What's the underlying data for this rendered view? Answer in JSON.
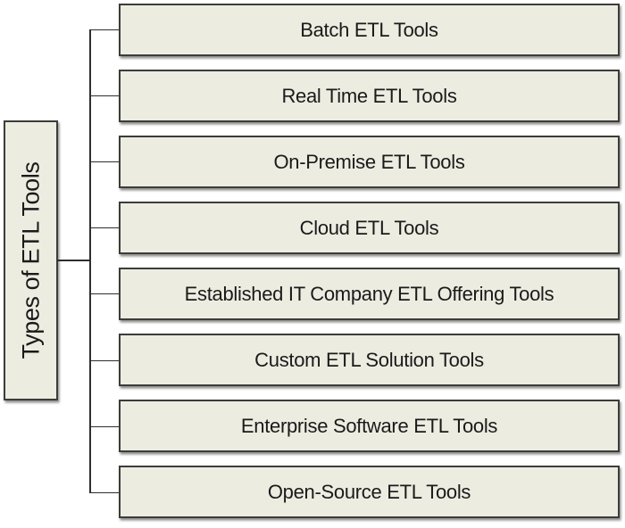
{
  "diagram": {
    "title": "Types of ETL Tools",
    "root": {
      "label": "Types of ETL Tools"
    },
    "boxes": [
      {
        "label": "Batch ETL Tools"
      },
      {
        "label": "Real Time ETL Tools"
      },
      {
        "label": "On-Premise ETL Tools"
      },
      {
        "label": "Cloud ETL Tools"
      },
      {
        "label": "Established IT Company ETL Offering Tools"
      },
      {
        "label": "Custom ETL Solution Tools"
      },
      {
        "label": "Enterprise Software ETL Tools"
      },
      {
        "label": "Open-Source ETL Tools"
      }
    ],
    "colors": {
      "background": "#FFFFFF",
      "box_fill": "#EDECE1",
      "box_border": "#3C3C3A",
      "text": "#1A1A1A",
      "connector": "#2E2E2E"
    }
  }
}
